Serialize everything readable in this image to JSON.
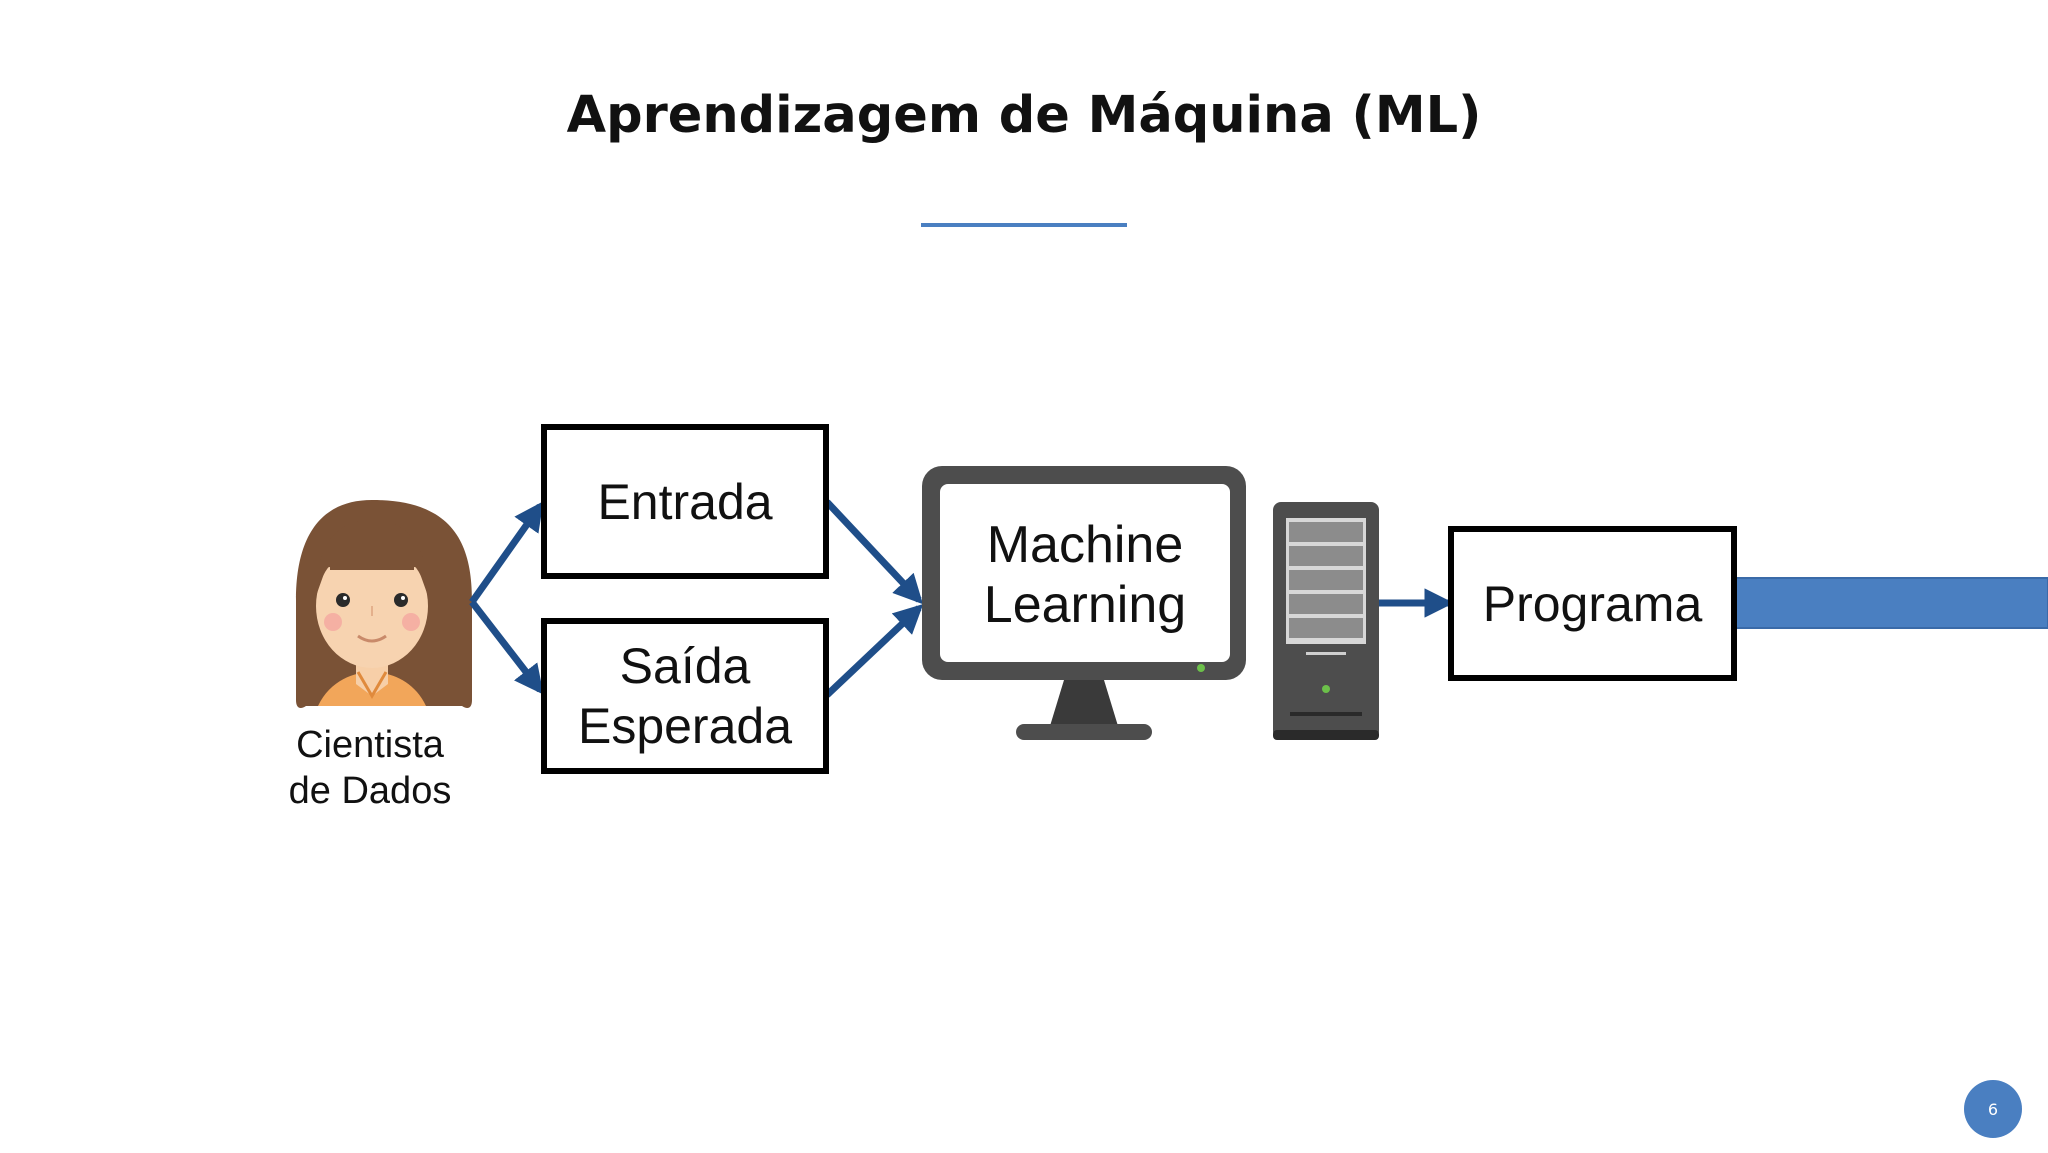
{
  "slide": {
    "title": "Aprendizagem de Máquina (ML)",
    "page_number": "6",
    "accent_color": "#4a7fc1"
  },
  "diagram": {
    "person": {
      "icon": "data-scientist-woman-icon",
      "label_line1": "Cientista",
      "label_line2": "de Dados"
    },
    "input_box": "Entrada",
    "output_box_line1": "Saída",
    "output_box_line2": "Esperada",
    "computer": {
      "icon": "monitor-icon",
      "label_line1": "Machine",
      "label_line2": "Learning"
    },
    "server_icon": "server-tower-icon",
    "result_box": "Programa",
    "arrow_color": "#1f4e89"
  }
}
